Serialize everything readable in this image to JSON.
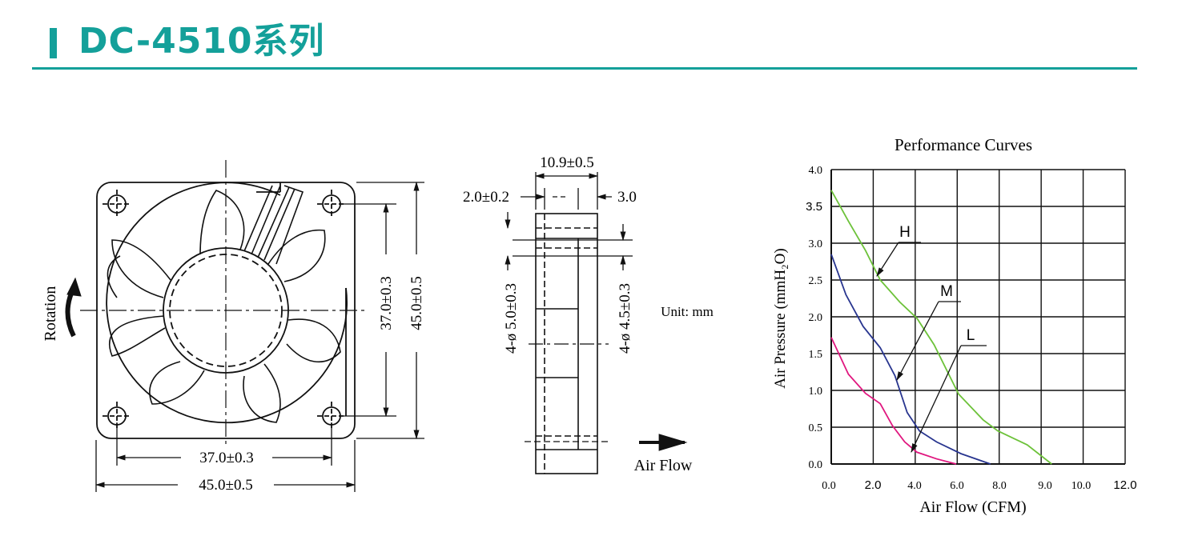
{
  "header": {
    "title": "DC-4510系列",
    "accent_color": "#14a09a",
    "rule_color": "#14a09a"
  },
  "front_view": {
    "rotation_label": "Rotation",
    "dim_inner_horizontal": "37.0±0.3",
    "dim_outer_horizontal": "45.0±0.5",
    "dim_inner_vertical": "37.0±0.3",
    "dim_outer_vertical": "45.0±0.5"
  },
  "side_view": {
    "dim_width": "10.9±0.5",
    "dim_left": "2.0±0.2",
    "dim_right": "3.0",
    "hole_left": "4-ø 5.0±0.3",
    "hole_right": "4-ø 4.5±0.3",
    "unit_label": "Unit: mm",
    "airflow_label": "Air Flow"
  },
  "chart_data": {
    "type": "line",
    "title": "Performance  Curves",
    "xlabel": "Air Flow (CFM)",
    "ylabel": "Air Pressure (mmH₂O)",
    "xlim": [
      0,
      12
    ],
    "ylim": [
      0,
      4
    ],
    "x_ticks": [
      "0.0",
      "2.0",
      "4.0",
      "6.0",
      "8.0",
      "9.0",
      "10.0",
      "12.0"
    ],
    "y_ticks": [
      "0.0",
      "0.5",
      "1.0",
      "1.5",
      "2.0",
      "2.5",
      "3.0",
      "3.5",
      "4.0"
    ],
    "grid": true,
    "series": [
      {
        "name": "H",
        "color": "#6dc23a",
        "x": [
          0,
          0.7,
          1.4,
          2.0,
          2.8,
          3.5,
          4.2,
          5.2,
          6.2,
          6.8,
          8.0,
          9.0
        ],
        "y": [
          3.72,
          3.3,
          2.9,
          2.5,
          2.2,
          1.98,
          1.62,
          0.95,
          0.6,
          0.45,
          0.26,
          0.0
        ]
      },
      {
        "name": "M",
        "color": "#28358f",
        "x": [
          0,
          0.6,
          1.3,
          2.0,
          2.6,
          3.1,
          3.6,
          4.3,
          5.3,
          6.5
        ],
        "y": [
          2.85,
          2.3,
          1.87,
          1.58,
          1.2,
          0.7,
          0.45,
          0.3,
          0.14,
          0.0
        ]
      },
      {
        "name": "L",
        "color": "#e0177f",
        "x": [
          0,
          0.7,
          1.4,
          2.0,
          2.5,
          3.0,
          3.5,
          4.3,
          5.1
        ],
        "y": [
          1.72,
          1.22,
          0.96,
          0.82,
          0.52,
          0.3,
          0.16,
          0.07,
          0.0
        ]
      }
    ]
  }
}
